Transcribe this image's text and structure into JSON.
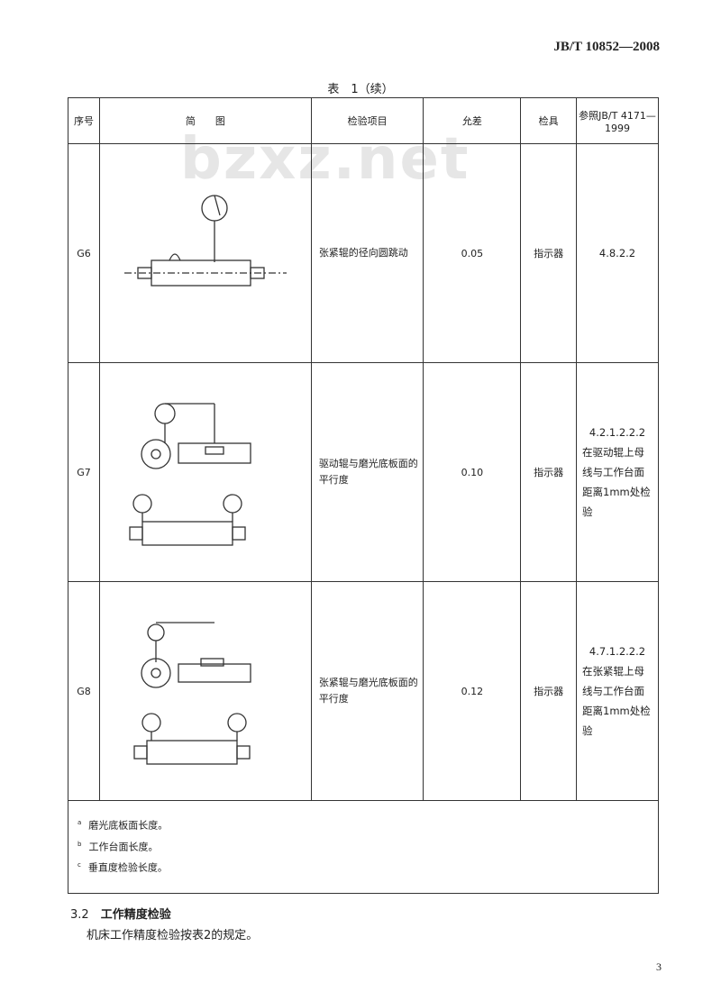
{
  "header": {
    "standard": "JB/T 10852—2008"
  },
  "watermark": "bzxz.net",
  "table": {
    "caption": "表　1（续）",
    "headers": [
      "序号",
      "简　　图",
      "检验项目",
      "允差",
      "检具",
      "参照JB/T 4171—1999"
    ],
    "rows": [
      {
        "id": "G6",
        "item": "张紧辊的径向圆跳动",
        "tolerance": "0.05",
        "tool": "指示器",
        "ref_code": "4.8.2.2",
        "ref_note": ""
      },
      {
        "id": "G7",
        "item": "驱动辊与磨光底板面的平行度",
        "tolerance": "0.10",
        "tool": "指示器",
        "ref_code": "4.2.1.2.2.2",
        "ref_note": "在驱动辊上母线与工作台面距离1mm处检验"
      },
      {
        "id": "G8",
        "item": "张紧辊与磨光底板面的平行度",
        "tolerance": "0.12",
        "tool": "指示器",
        "ref_code": "4.7.1.2.2.2",
        "ref_note": "在张紧辊上母线与工作台面距离1mm处检验"
      }
    ],
    "footnotes": [
      {
        "mark": "a",
        "text": "磨光底板面长度。"
      },
      {
        "mark": "b",
        "text": "工作台面长度。"
      },
      {
        "mark": "c",
        "text": "垂直度检验长度。"
      }
    ]
  },
  "section": {
    "number": "3.2",
    "title": "工作精度检验",
    "text": "机床工作精度检验按表2的规定。"
  },
  "page_number": "3"
}
